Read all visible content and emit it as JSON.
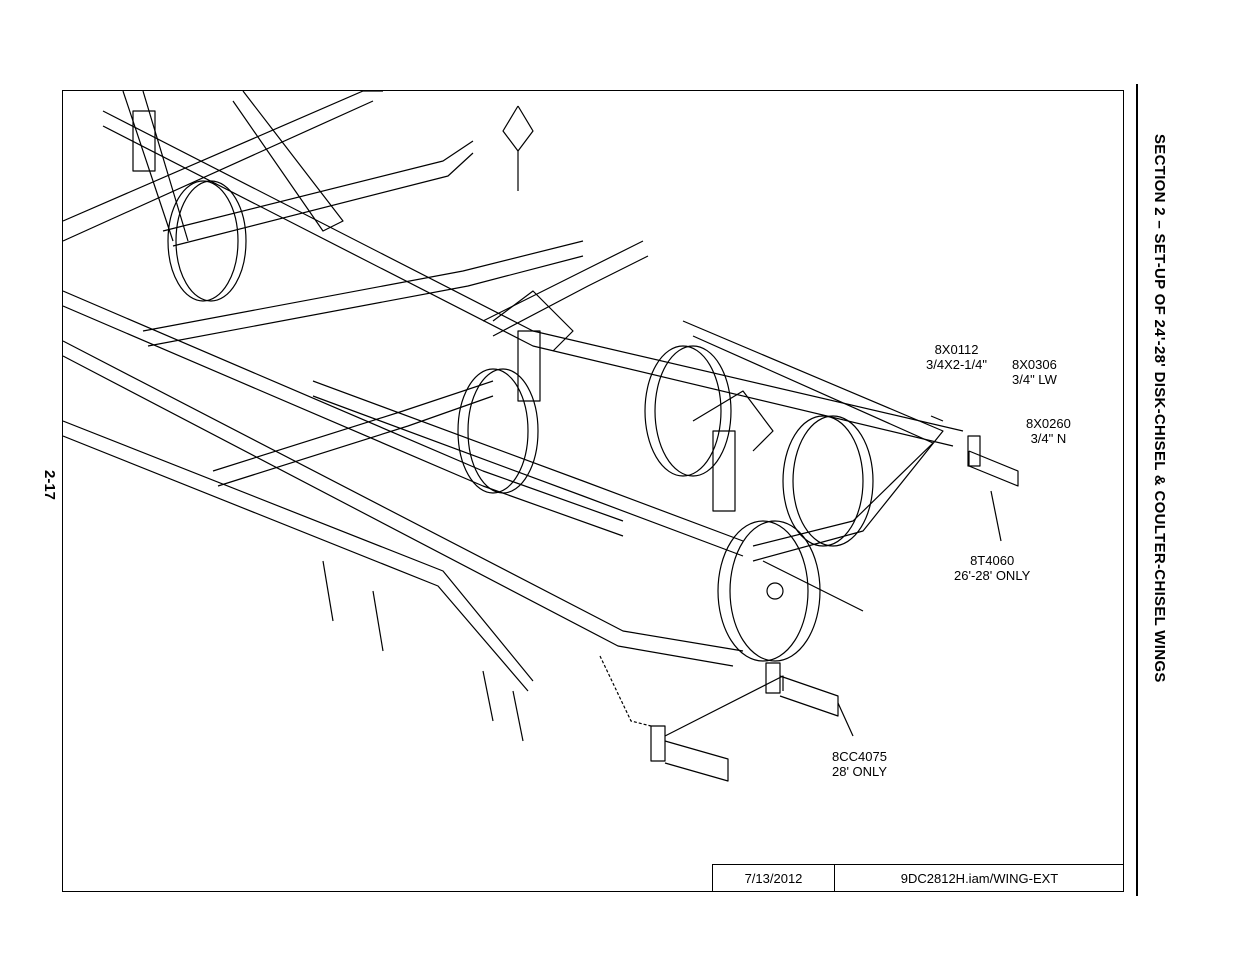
{
  "header": {
    "section_title": "SECTION 2 – SET-UP OF 24'-28' DISK-CHISEL & COULTER-CHISEL WINGS",
    "page_number": "2-17"
  },
  "callouts": [
    {
      "part": "8X0112",
      "desc": "3/4X2-1/4\""
    },
    {
      "part": "8X0306",
      "desc": "3/4\" LW"
    },
    {
      "part": "8X0260",
      "desc": "3/4\" N"
    },
    {
      "part": "8T4060",
      "desc": "26'-28' ONLY"
    },
    {
      "part": "8CC4075",
      "desc": "28' ONLY"
    }
  ],
  "title_block": {
    "date": "7/13/2012",
    "file": "9DC2812H.iam/WING-EXT"
  }
}
